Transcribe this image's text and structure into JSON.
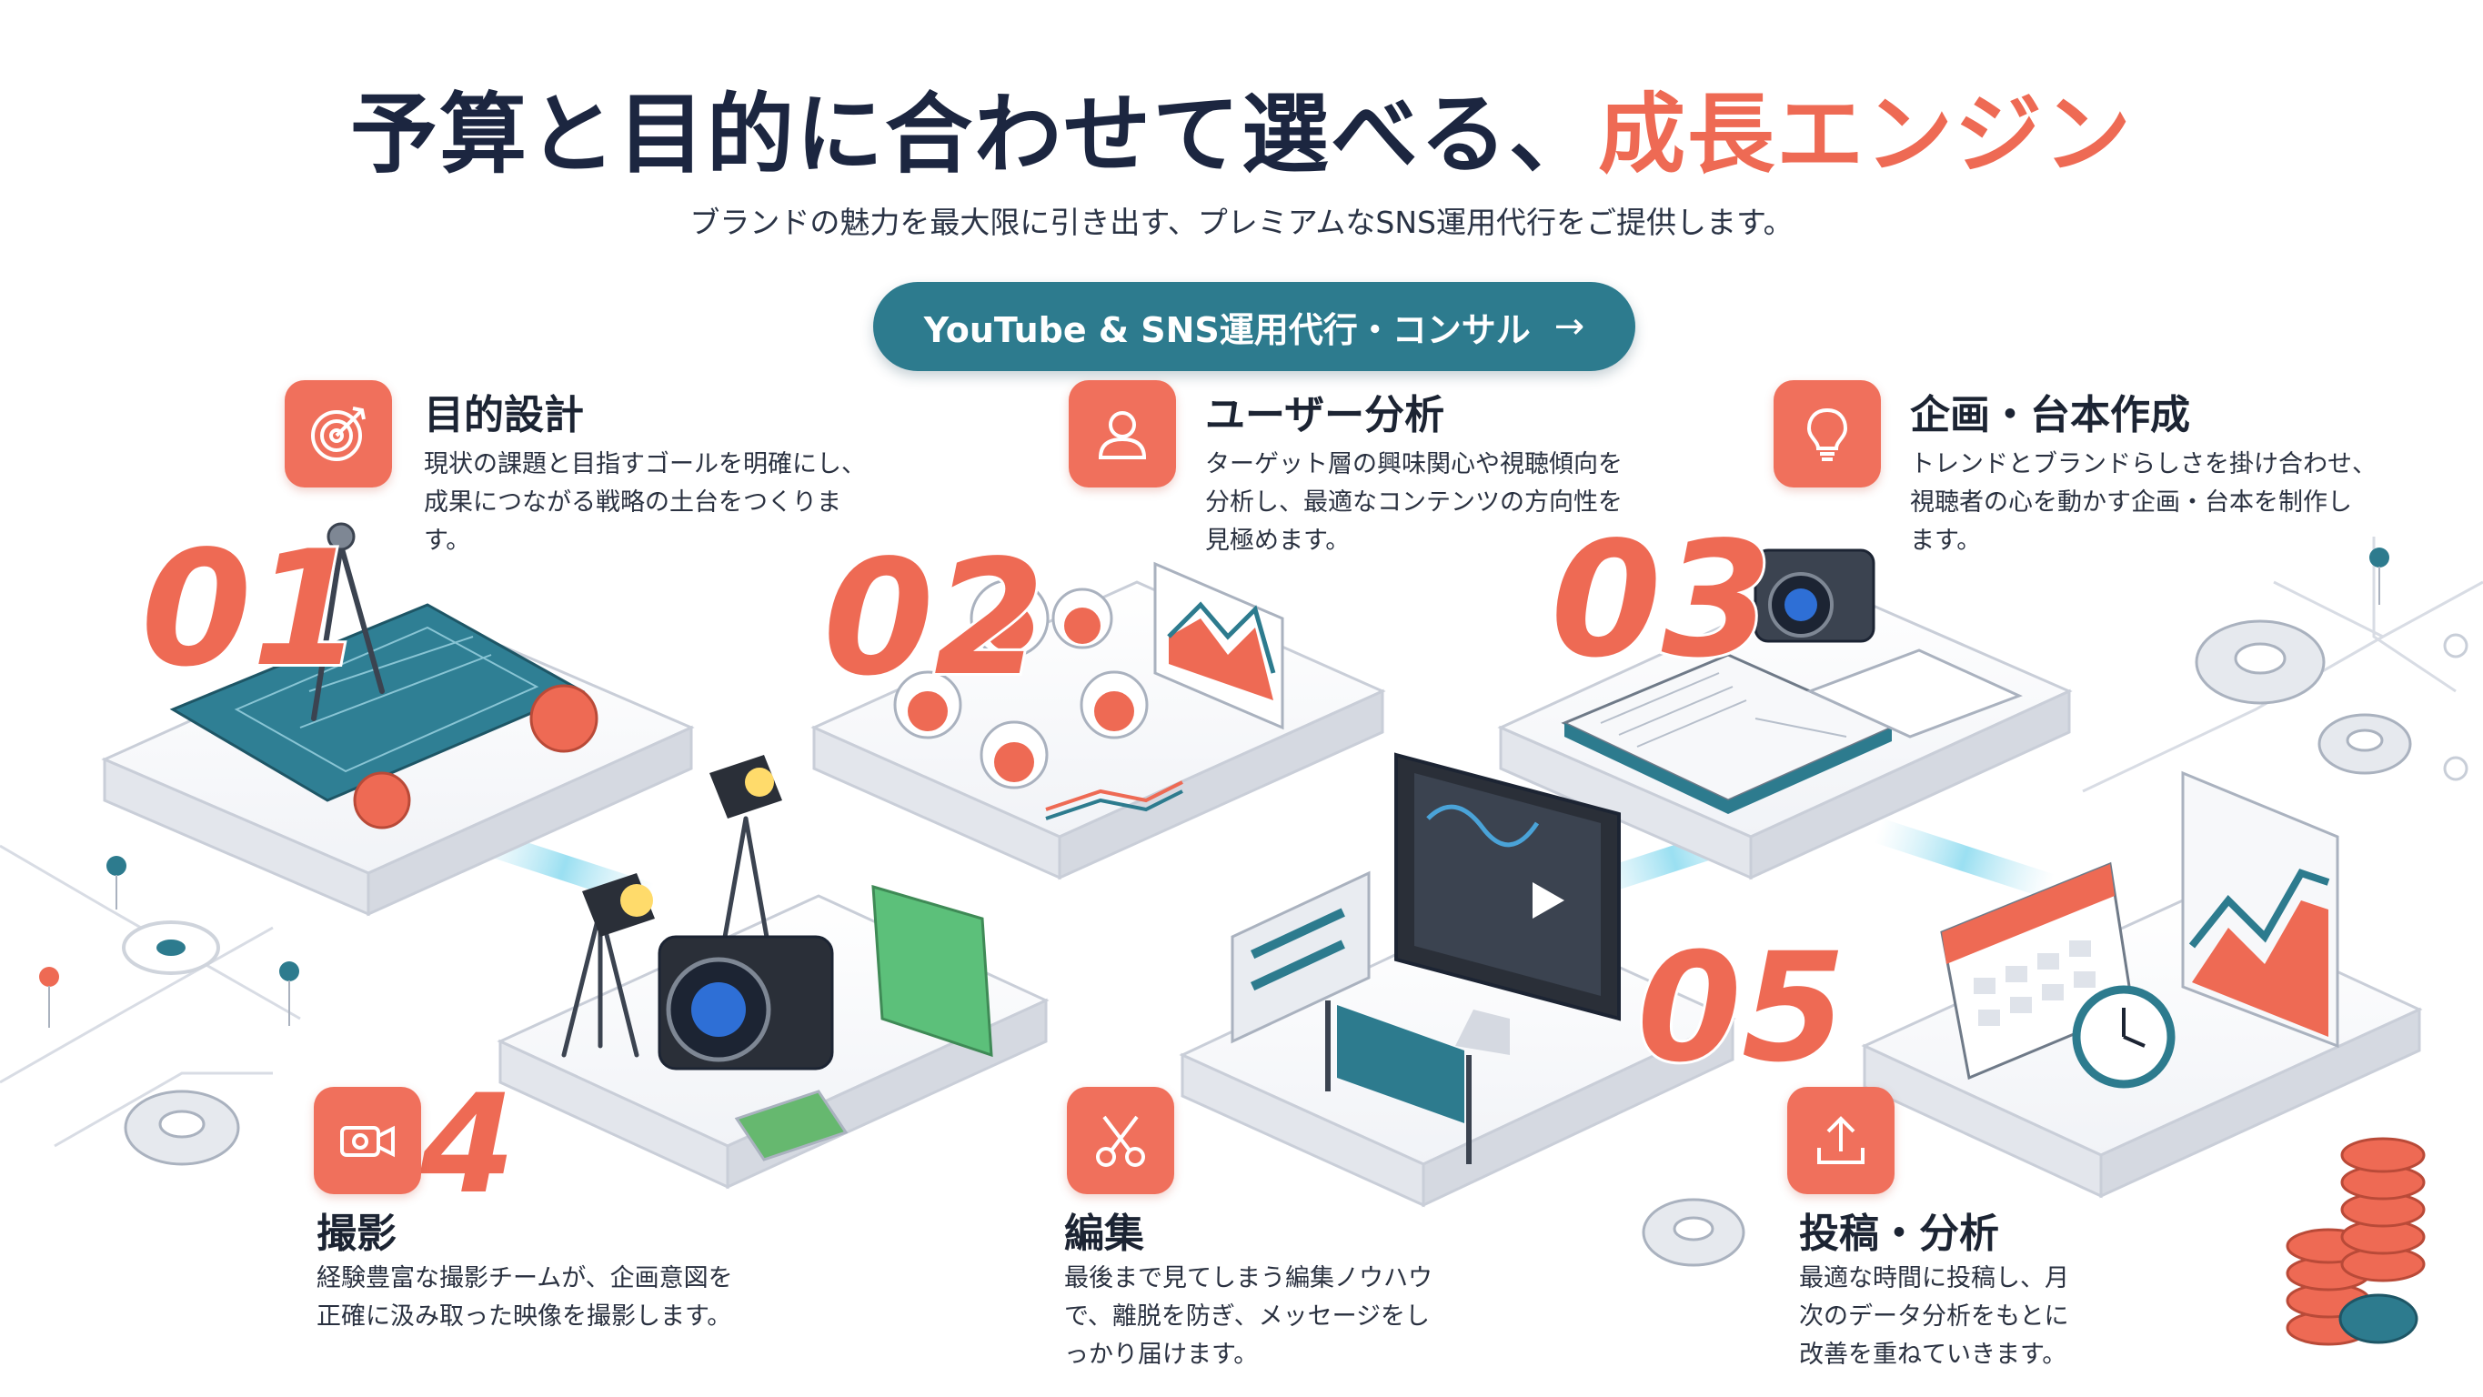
{
  "header": {
    "title_main": "予算と目的に合わせて選べる、",
    "title_accent": "成長エンジン",
    "subtitle": "ブランドの魅力を最大限に引き出す、プレミアムなSNS運用代行をご提供します。",
    "cta_label": "YouTube & SNS運用代行・コンサル",
    "cta_arrow": "→"
  },
  "steps": [
    {
      "number": "01",
      "title": "目的設計",
      "icon": "target-icon",
      "desc_lines": [
        "現状の課題と目指すゴールを明確にし、",
        "成果につながる戦略の土台をつくりま",
        "す。"
      ]
    },
    {
      "number": "02",
      "title": "ユーザー分析",
      "icon": "user-icon",
      "desc_lines": [
        "ターゲット層の興味関心や視聴傾向を",
        "分析し、最適なコンテンツの方向性を",
        "見極めます。"
      ]
    },
    {
      "number": "03",
      "title": "企画・台本作成",
      "icon": "lightbulb-icon",
      "desc_lines": [
        "トレンドとブランドらしさを掛け合わせ、",
        "視聴者の心を動かす企画・台本を制作し",
        "ます。"
      ]
    },
    {
      "number": "4",
      "title": "撮影",
      "icon": "video-camera-icon",
      "desc_lines": [
        "経験豊富な撮影チームが、企画意図を",
        "正確に汲み取った映像を撮影します。"
      ]
    },
    {
      "number": "05",
      "title": "編集",
      "icon": "scissors-icon",
      "desc_lines": [
        "最後まで見てしまう編集ノウハウ",
        "で、離脱を防ぎ、メッセージをし",
        "っかり届けます。"
      ]
    },
    {
      "number": "",
      "title": "投稿・分析",
      "icon": "upload-icon",
      "desc_lines": [
        "最適な時間に投稿し、月",
        "次のデータ分析をもとに",
        "改善を重ねていきます。"
      ]
    }
  ],
  "colors": {
    "accent": "#ee6a54",
    "icon_bg": "#f0705c",
    "cta": "#2d7b8e",
    "title": "#1c2640"
  }
}
